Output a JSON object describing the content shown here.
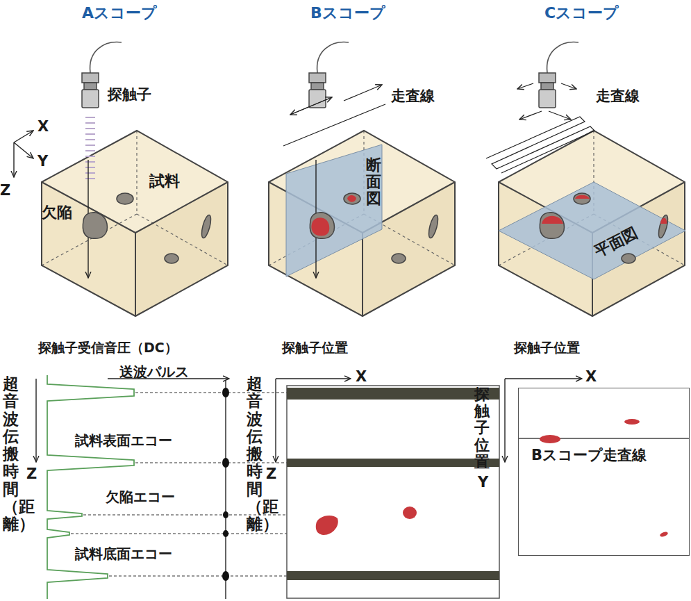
{
  "diagram": {
    "nodes": [
      {
        "text": [
          "試料",
          "欠陥"
        ]
      },
      {
        "text": [
          "断面図"
        ]
      },
      {
        "text": [
          "平面図"
        ]
      },
      {
        "text": [
          "Bスコープ走査線"
        ]
      }
    ],
    "labels": [
      "Aスコープ",
      "Bスコープ",
      "Cスコープ",
      "探触子",
      "X",
      "Y",
      "Z",
      "走査線",
      "走査線",
      "探触子受信音圧（DC）",
      "送波パルス",
      "超音波伝搬時間（距離）",
      "Z",
      "試料表面エコー",
      "欠陥エコー",
      "試料底面エコー",
      "探触子位置",
      "X",
      "超音波伝搬時間（距離）",
      "Z",
      "探触子位置",
      "X",
      "探触子位置",
      "Y"
    ]
  }
}
